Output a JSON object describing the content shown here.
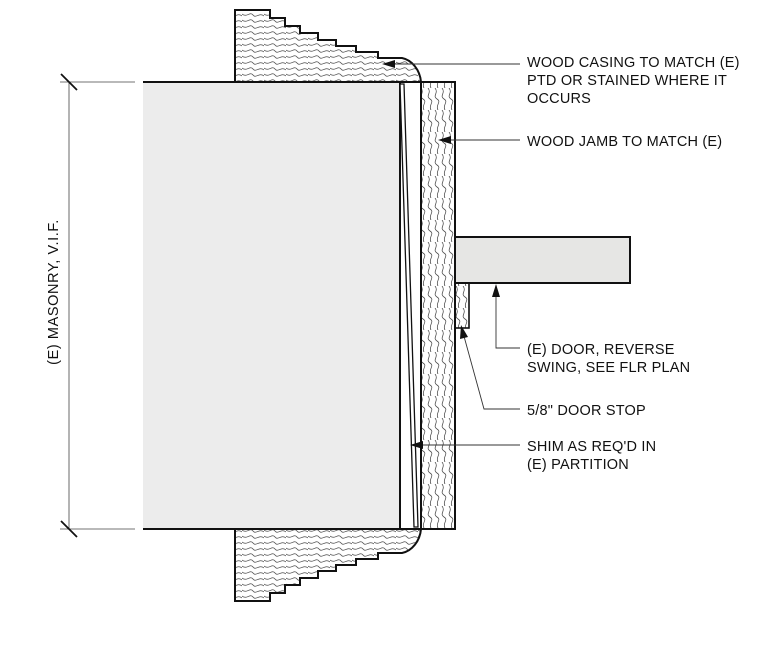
{
  "annotations": {
    "casing": [
      "WOOD CASING TO MATCH (E)",
      "PTD OR STAINED WHERE IT",
      "OCCURS"
    ],
    "jamb": [
      "WOOD JAMB TO MATCH (E)"
    ],
    "door": [
      "(E) DOOR, REVERSE",
      "SWING, SEE FLR PLAN"
    ],
    "stop": [
      "5/8\" DOOR STOP"
    ],
    "shim": [
      "SHIM AS REQ'D IN",
      "(E) PARTITION"
    ]
  },
  "dimension": {
    "label": "(E) MASONRY, V.I.F."
  },
  "colors": {
    "line": "#111111",
    "masonry_fill": "#ececec",
    "door_fill": "#e6e6e4",
    "wood_grain": "#4a4a4a"
  }
}
